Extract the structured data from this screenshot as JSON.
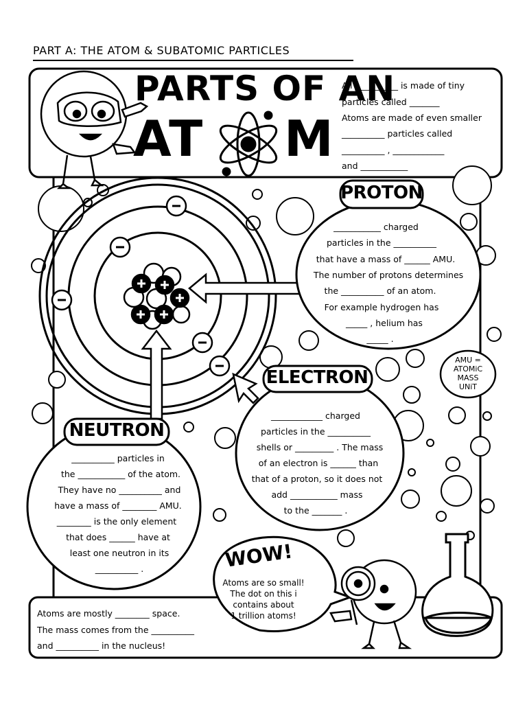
{
  "header": {
    "section_title": "PART A: THE ATOM & SUBATOMIC PARTICLES"
  },
  "title": {
    "line1": "PARTS OF AN",
    "line2_left": "AT",
    "line2_right": "M"
  },
  "intro": {
    "line1": "All __________ is made of tiny",
    "line2": "particles called _______",
    "line3": "Atoms are made of even smaller",
    "line4": "__________ particles called",
    "line5": "__________ , ____________",
    "line6": "and  ___________"
  },
  "proton": {
    "heading": "PROTON",
    "line1": "___________ charged",
    "line2": "particles in the __________",
    "line3": "that have a mass of ______ AMU.",
    "line4": "The number of protons determines",
    "line5": "the __________ of an atom.",
    "line6": "For example hydrogen has",
    "line7": "_____ , helium has",
    "line8": "_____ ."
  },
  "electron": {
    "heading": "ELECTRON",
    "line1": "____________ charged",
    "line2": "particles in the __________",
    "line3": "shells or _________ . The mass",
    "line4": "of an electron is ______ than",
    "line5": "that of a proton, so it does not",
    "line6": "add ___________ mass",
    "line7": "to the _______ ."
  },
  "neutron": {
    "heading": "NEUTRON",
    "line1": "__________ particles in",
    "line2": "the ___________ of the atom.",
    "line3": "They have no __________ and",
    "line4": "have a mass of ________ AMU.",
    "line5": "________ is the only element",
    "line6": "that does ______ have at",
    "line7": "least one neutron in its",
    "line8": "__________ ."
  },
  "amu_note": {
    "line1": "AMU =",
    "line2": "ATOMiC",
    "line3": "MASS",
    "line4": "UNiT"
  },
  "wow": {
    "exclaim": "WOW!",
    "line1": "Atoms are so small!",
    "line2": "The dot on this i",
    "line3": "contains about",
    "line4": "1 trillion atoms!"
  },
  "bottom": {
    "line1": "Atoms are mostly ________ space.",
    "line2": "The mass comes from the __________",
    "line3": "and __________ in the nucleus!"
  },
  "charges": {
    "negative": "−",
    "positive": "+"
  }
}
